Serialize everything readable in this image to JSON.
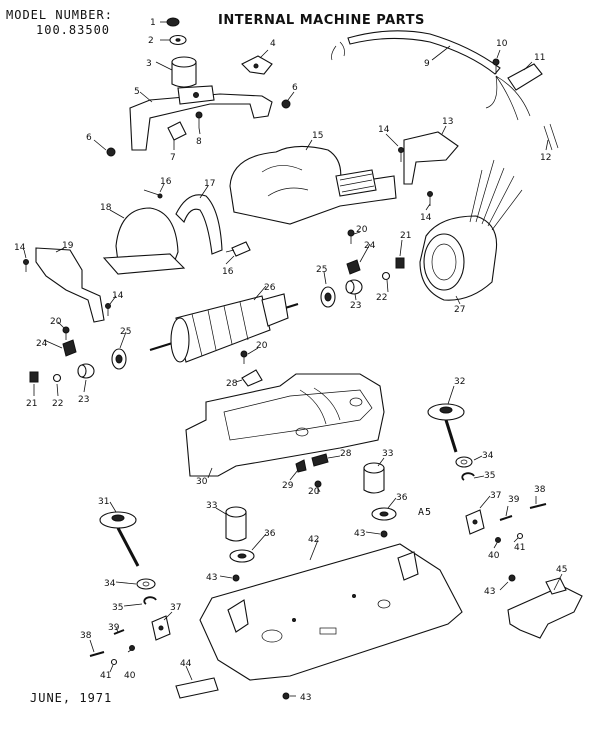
{
  "header": {
    "model_label": "MODEL NUMBER:",
    "model_number": "100.83500",
    "title": "INTERNAL MACHINE PARTS",
    "date": "JUNE, 1971",
    "section_mark": "A5"
  },
  "callouts": [
    "1",
    "2",
    "3",
    "4",
    "5",
    "6",
    "6",
    "7",
    "8",
    "9",
    "10",
    "11",
    "12",
    "13",
    "14",
    "14",
    "14",
    "14",
    "15",
    "16",
    "16",
    "17",
    "18",
    "19",
    "20",
    "20",
    "20",
    "20",
    "21",
    "21",
    "22",
    "22",
    "23",
    "23",
    "24",
    "24",
    "25",
    "25",
    "26",
    "27",
    "28",
    "28",
    "29",
    "30",
    "31",
    "32",
    "33",
    "33",
    "34",
    "34",
    "35",
    "35",
    "36",
    "36",
    "37",
    "37",
    "38",
    "38",
    "39",
    "39",
    "40",
    "40",
    "41",
    "41",
    "42",
    "43",
    "43",
    "43",
    "43",
    "44",
    "45"
  ]
}
